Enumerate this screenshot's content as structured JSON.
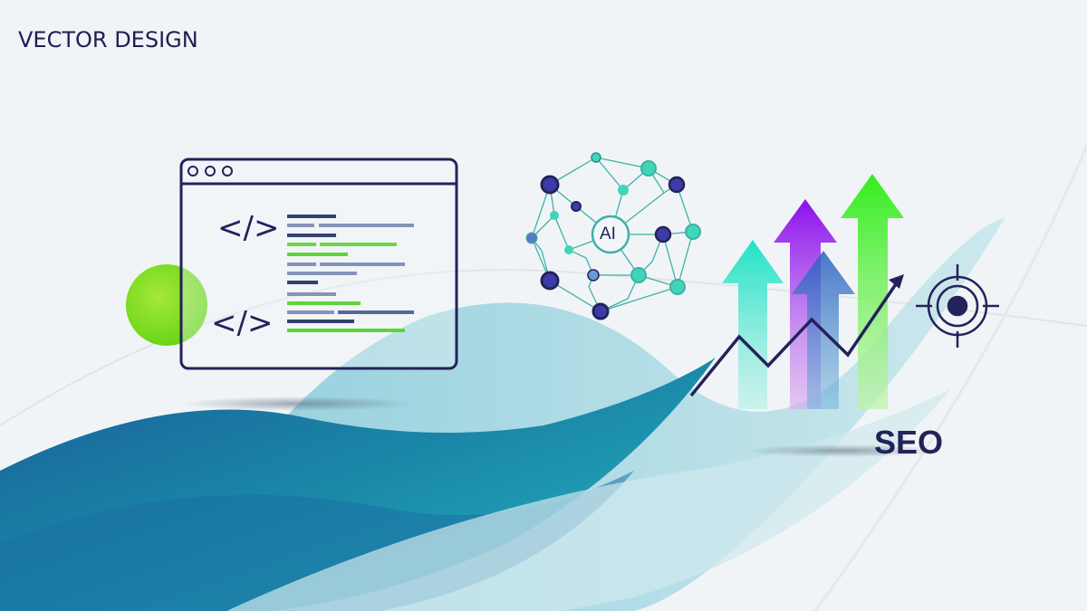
{
  "header": {
    "brand_title": "VECTOR DESIGN"
  },
  "browser_window": {
    "dots": 3,
    "code_tags": [
      "</>",
      "</>"
    ]
  },
  "network": {
    "center_label": "AI"
  },
  "seo": {
    "label": "SEO"
  },
  "colors": {
    "background": "#f1f4f6",
    "navy": "#24225a",
    "teal_dark": "#1a6e98",
    "teal_light": "#8fd0d8",
    "lime": "#7ddb1a",
    "green_arrow": "#3ff03a",
    "purple_arrow": "#8a18e8",
    "cyan_arrow": "#1ee0c8",
    "blue_arrow": "#2a7ab8"
  }
}
